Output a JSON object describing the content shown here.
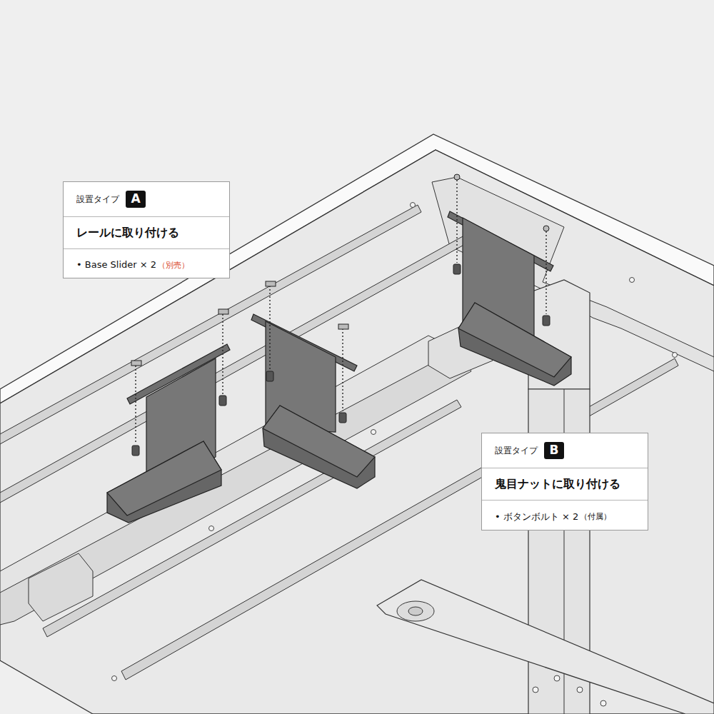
{
  "diagram": {
    "nodes": [
      {
        "text": [
          "設置タイプ",
          "レールに取り付ける",
          "• Base Slider × 2",
          "（別売）"
        ]
      },
      {
        "text": [
          "A"
        ],
        "in": 0
      },
      {
        "text": [
          "設置タイプ",
          "鬼目ナットに取り付ける",
          "• ボタンボルト × 2",
          "（付属）"
        ]
      },
      {
        "text": [
          "B"
        ],
        "in": 2
      }
    ]
  }
}
